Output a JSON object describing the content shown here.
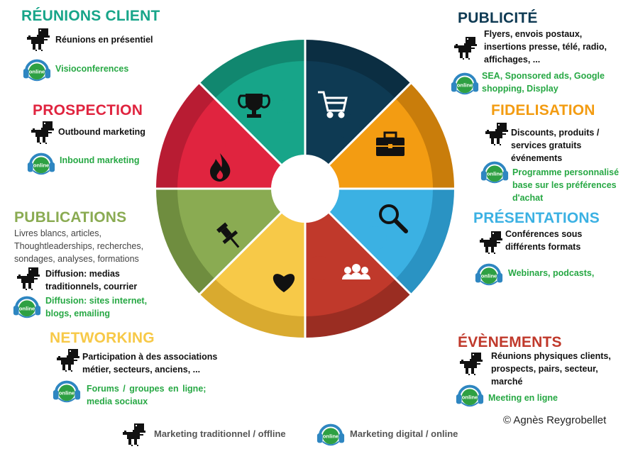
{
  "colors": {
    "teal": "#17a589",
    "navy": "#0e3a53",
    "orange": "#f39c12",
    "lightblue": "#3bb1e3",
    "red": "#c0392b",
    "yellow": "#f7c948",
    "olive": "#8aab52",
    "crimson": "#e0243f",
    "green_text": "#27a844"
  },
  "sections": {
    "reunions": {
      "title": "RÉUNIONS CLIENT",
      "offline": "Réunions en présentiel",
      "online": "Visioconferences"
    },
    "prospection": {
      "title": "PROSPECTION",
      "offline": "Outbound marketing",
      "online": "Inbound marketing"
    },
    "publications": {
      "title": "PUBLICATIONS",
      "desc": [
        "Livres blancs, articles,",
        "Thoughtleaderships, recherches,",
        "sondages, analyses, formations"
      ],
      "offline": [
        "Diffusion: medias",
        "traditionnels, courrier"
      ],
      "online": [
        "Diffusion: sites internet,",
        "blogs, emailing"
      ]
    },
    "networking": {
      "title": "NETWORKING",
      "offline": [
        "Participation à des associations",
        "métier, secteurs, anciens, ..."
      ],
      "online": [
        "Forums  /  groupes  en  ligne;",
        "media sociaux"
      ]
    },
    "publicite": {
      "title": "PUBLICITÉ",
      "offline": [
        "Flyers, envois postaux,",
        "insertions presse, télé, radio,",
        "affichages, ..."
      ],
      "online": [
        "SEA, Sponsored ads, Google",
        "shopping,  Display"
      ]
    },
    "fidelisation": {
      "title": "FIDELISATION",
      "offline": [
        "Discounts, produits /",
        "services gratuits",
        "événements"
      ],
      "online": [
        "Programme personnalisé",
        "base sur les préférences",
        "d'achat"
      ]
    },
    "presentations": {
      "title": "PRÉSENTATIONS",
      "offline": [
        "Conférences sous",
        "différents formats"
      ],
      "online": "Webinars, podcasts,"
    },
    "evenements": {
      "title": "ÉVÈNEMENTS",
      "offline": [
        "Réunions physiques clients,",
        "prospects, pairs, secteur,",
        "marché"
      ],
      "online": "Meeting en ligne"
    }
  },
  "badge_label": "online",
  "legend": {
    "offline": "Marketing traditionnel / offline",
    "online": "Marketing digital / online"
  },
  "copyright": "© Agnès Reygrobellet",
  "icons": [
    "trophy-icon",
    "shopping-cart-icon",
    "briefcase-icon",
    "magnifier-icon",
    "people-icon",
    "heart-icon",
    "pushpin-icon",
    "flame-icon",
    "dinosaur-icon",
    "online-headset-icon"
  ]
}
